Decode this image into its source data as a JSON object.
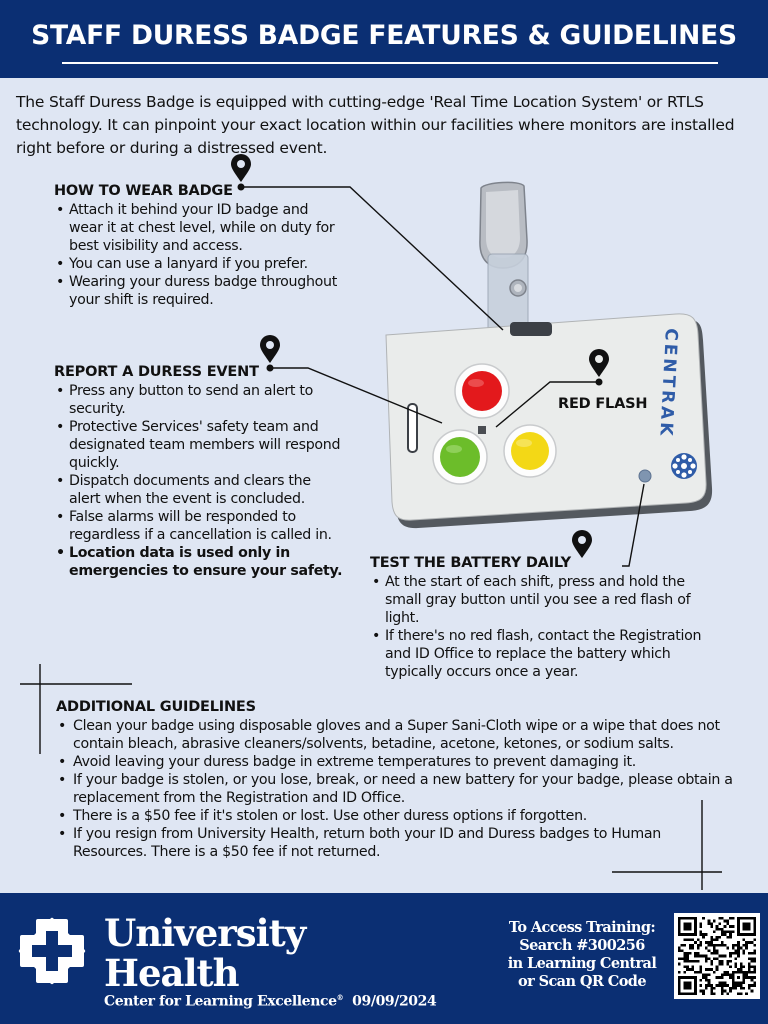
{
  "header": {
    "title": "STAFF DURESS BADGE FEATURES & GUIDELINES"
  },
  "intro": "The Staff Duress Badge is equipped with cutting-edge 'Real Time Location System' or RTLS technology. It can pinpoint your exact location within our facilities where monitors are installed right before or during a distressed event.",
  "how_to_wear": {
    "title": "HOW TO WEAR BADGE",
    "items": [
      "Attach it behind your ID badge and wear it at chest level, while on duty for best visibility and access.",
      "You can use a lanyard if you prefer.",
      "Wearing your duress badge throughout your shift is required."
    ]
  },
  "report_duress": {
    "title": "REPORT A DURESS EVENT",
    "items": [
      "Press any button to send an alert to security.",
      "Protective Services' safety team and designated team members will respond quickly.",
      "Dispatch documents and clears the alert when the event is concluded.",
      "False alarms will be responded to regardless if a cancellation is called in.",
      "Location data is used only in emergencies to ensure your safety."
    ]
  },
  "red_flash_label": "RED FLASH",
  "test_battery": {
    "title": "TEST THE BATTERY DAILY",
    "items": [
      "At the start of each shift, press and hold the small gray button until you see a red flash of light.",
      "If there's no red flash, contact the Registration and ID Office to replace the battery which typically occurs once a year."
    ]
  },
  "additional": {
    "title": "ADDITIONAL GUIDELINES",
    "items": [
      "Clean your badge using disposable gloves and a Super Sani-Cloth wipe or a wipe that does not contain bleach, abrasive cleaners/solvents, betadine, acetone, ketones, or sodium salts.",
      "Avoid leaving your duress badge in extreme temperatures to prevent damaging it.",
      "If your badge is stolen, or you lose, break, or need a new battery for your badge, please obtain a replacement from the Registration and ID Office.",
      "There is a $50 fee if it's stolen or lost. Use other duress options if forgotten.",
      "If you resign from University Health, return both your ID and Duress badges to Human Resources. There is a $50 fee if not returned."
    ]
  },
  "badge": {
    "brand": "CENTRAK"
  },
  "footer": {
    "brand_line1": "University",
    "brand_line2": "Health",
    "brand_sub": "Center for Learning Excellence",
    "brand_sub_mark": "®",
    "date": "09/09/2024",
    "access_lines": [
      "To Access Training:",
      "Search #300256",
      "in Learning Central",
      "or Scan QR Code"
    ]
  },
  "colors": {
    "navy": "#0b2f73",
    "background": "#dfe6f3",
    "button_red": "#e3191c",
    "button_green": "#6cbd2a",
    "button_yellow": "#f3d816",
    "centrak_blue": "#2f5ca8"
  },
  "icons": [
    "location-pin-icon",
    "university-health-logo-icon",
    "qr-code-icon"
  ]
}
